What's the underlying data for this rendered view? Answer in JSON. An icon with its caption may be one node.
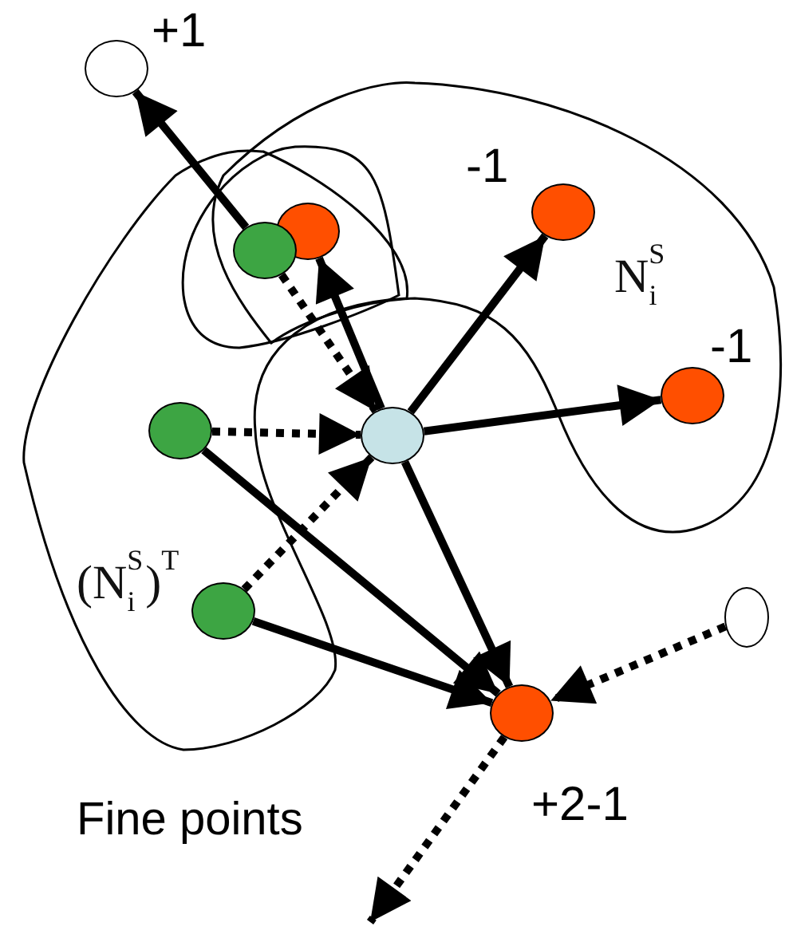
{
  "diagram": {
    "nodes": [
      {
        "text": [],
        "shape": "circle",
        "beside": [
          "+1"
        ]
      },
      {
        "text": [],
        "shape": "circle"
      },
      {
        "text": [],
        "shape": "circle"
      },
      {
        "text": [],
        "shape": "circle",
        "beside": [
          "-1"
        ]
      },
      {
        "text": [],
        "shape": "circle",
        "beside": [
          "-1"
        ]
      },
      {
        "text": [],
        "shape": "circle"
      },
      {
        "text": [],
        "shape": "circle"
      },
      {
        "text": [],
        "shape": "circle"
      },
      {
        "text": [],
        "shape": "circle"
      },
      {
        "text": [],
        "shape": "circle",
        "beside": [
          "+2-1"
        ]
      }
    ],
    "edges": [
      {
        "from": 2,
        "to": 0,
        "arrow": "to"
      },
      {
        "from": 2,
        "to": 6,
        "arrow": "to",
        "style": "dashed"
      },
      {
        "from": 6,
        "to": 1,
        "arrow": "to"
      },
      {
        "from": 6,
        "to": 3,
        "arrow": "to"
      },
      {
        "from": 6,
        "to": 4,
        "arrow": "to"
      },
      {
        "from": 5,
        "to": 6,
        "arrow": "to",
        "style": "dashed"
      },
      {
        "from": 7,
        "to": 6,
        "arrow": "to",
        "style": "dashed"
      },
      {
        "from": 5,
        "to": 9,
        "arrow": "to"
      },
      {
        "from": 7,
        "to": 9,
        "arrow": "to"
      },
      {
        "from": 6,
        "to": 9,
        "arrow": "to"
      },
      {
        "from": 8,
        "to": 9,
        "arrow": "to",
        "style": "dashed"
      },
      {
        "from": 9,
        "to": null,
        "arrow": "to",
        "style": "dashed"
      }
    ],
    "labels": [
      "N$^{S}$$_{i}$",
      "(N$^{S}$$_{i}$)$^{T}$",
      "Fine points"
    ]
  }
}
